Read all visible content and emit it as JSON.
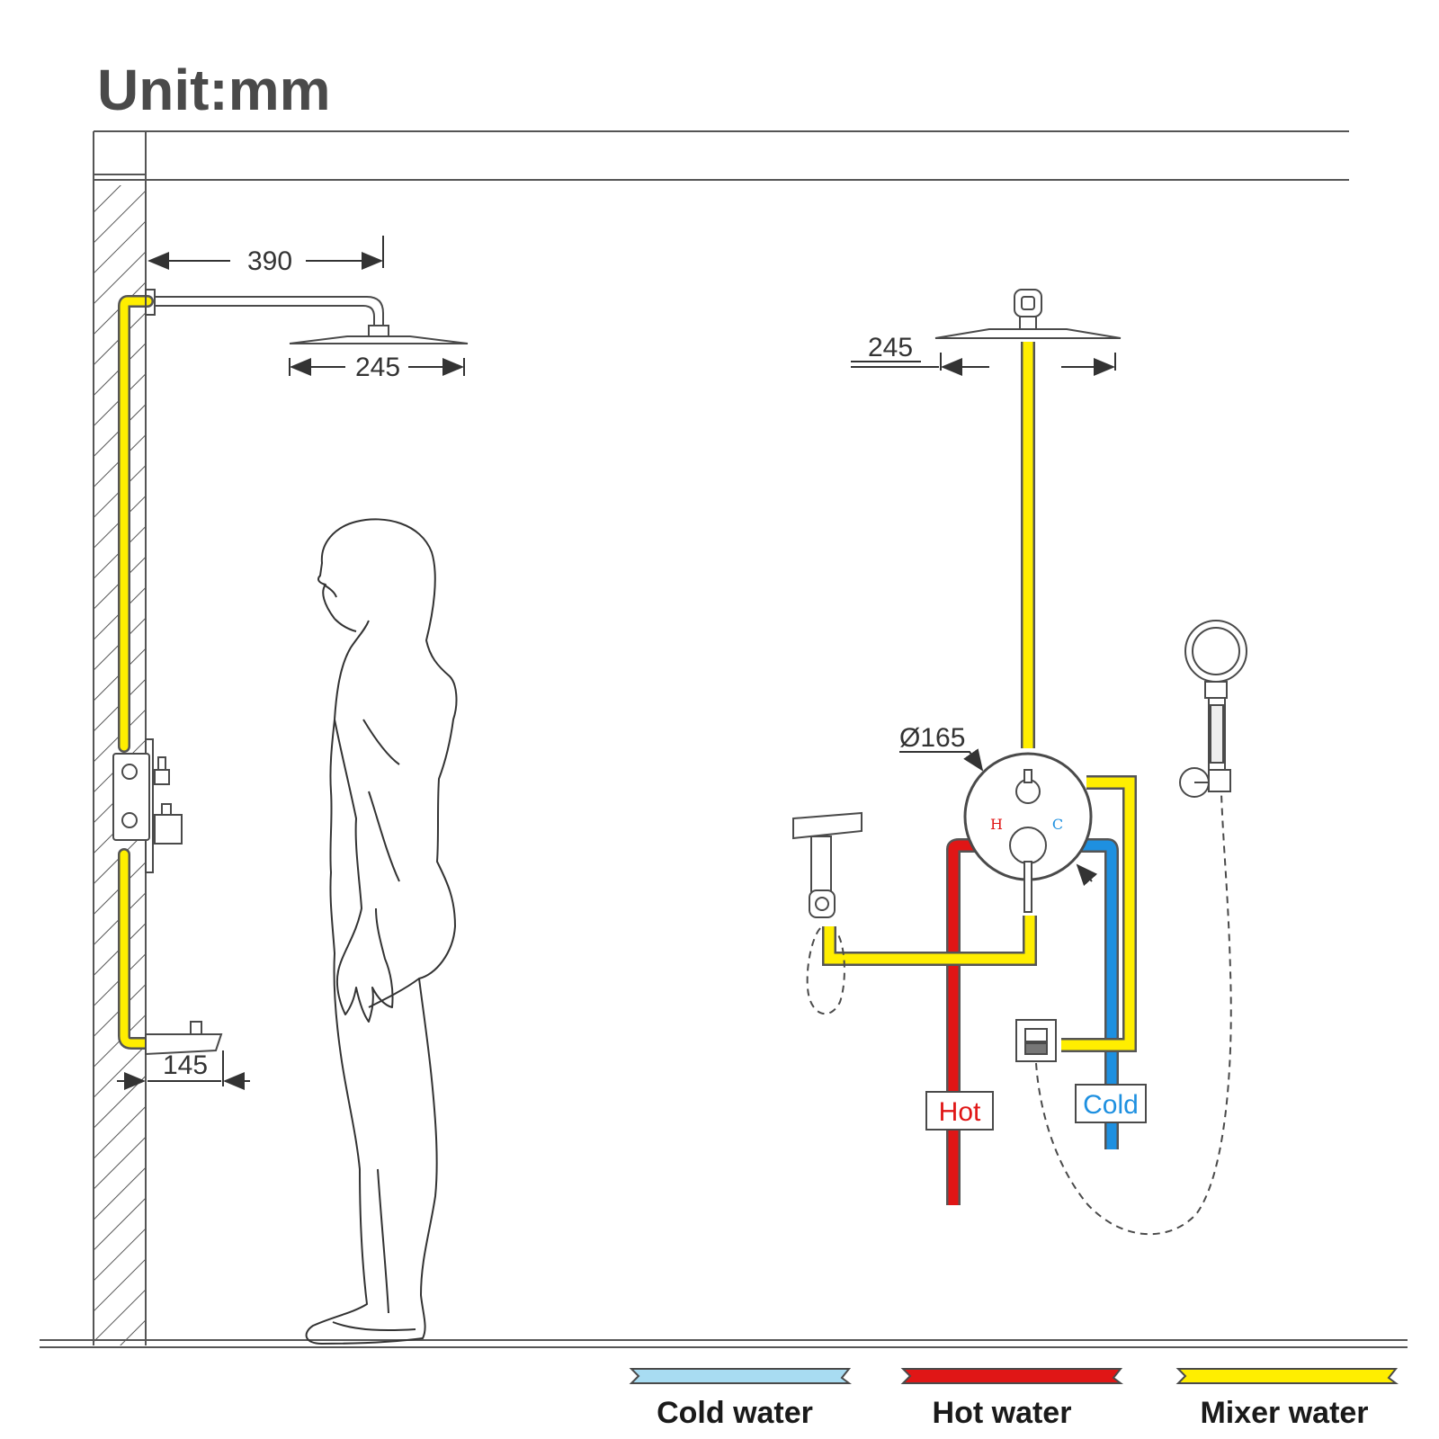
{
  "title": "Unit:mm",
  "dimensions": {
    "arm_length": "390",
    "head_width_side": "245",
    "head_width_front": "245",
    "spout_depth": "145",
    "valve_diameter": "Ø165"
  },
  "valve_marks": {
    "hot": "H",
    "cold": "C"
  },
  "pipe_tags": {
    "hot": "Hot",
    "cold": "Cold"
  },
  "legend": [
    {
      "label": "Cold water",
      "color": "#a8dcf2"
    },
    {
      "label": "Hot water",
      "color": "#e01616"
    },
    {
      "label": "Mixer water",
      "color": "#ffee00"
    }
  ],
  "colors": {
    "mixer": "#ffee00",
    "hot": "#e01616",
    "cold": "#1e90e0",
    "line": "#4a4a4a"
  }
}
